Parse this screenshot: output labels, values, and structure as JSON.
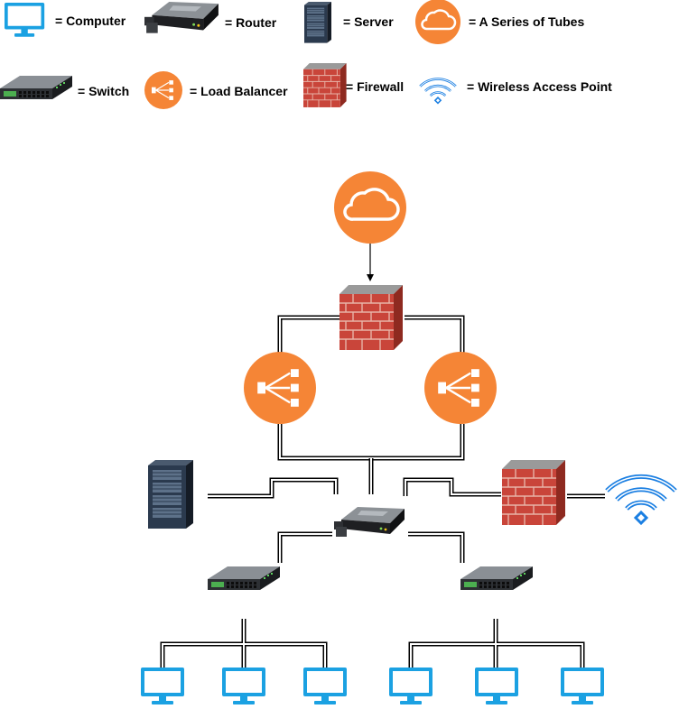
{
  "legend": {
    "computer": "= Computer",
    "router": "= Router",
    "server": "= Server",
    "cloud": "= A Series of Tubes",
    "switch": "= Switch",
    "load_balancer": "= Load Balancer",
    "firewall": "= Firewall",
    "wireless": "= Wireless Access Point"
  },
  "icons": [
    "computer-icon",
    "router-icon",
    "server-icon",
    "cloud-icon",
    "switch-icon",
    "load-balancer-icon",
    "firewall-icon",
    "wifi-icon"
  ],
  "colors": {
    "computer": "#1ba1e2",
    "orange": "#f58536",
    "wifi": "#1b7fe2",
    "brick": "#c0392b",
    "server": "#232f3e"
  }
}
